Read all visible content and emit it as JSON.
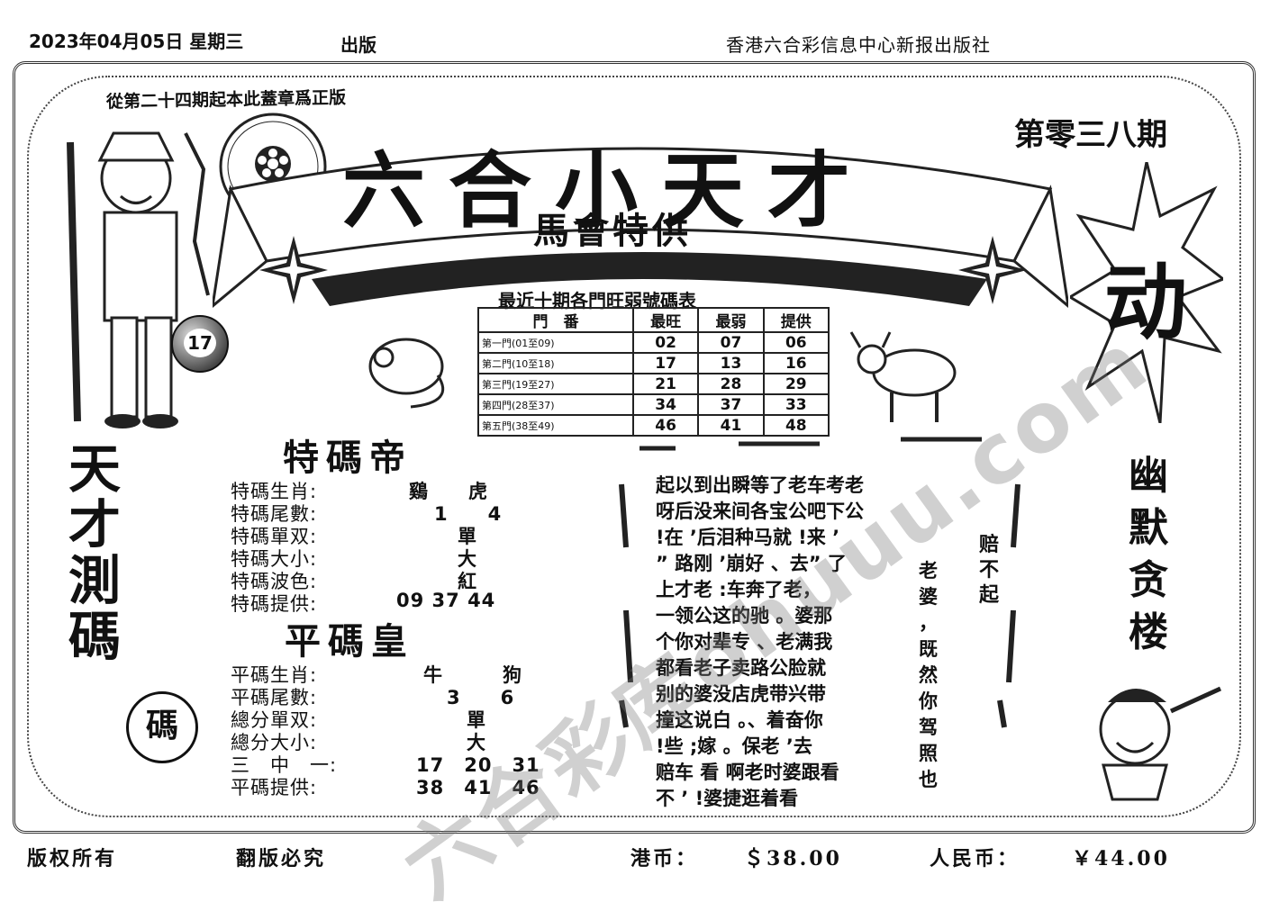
{
  "header": {
    "date": "2023年04月05日 星期三",
    "publish": "出版",
    "org": "香港六合彩信息中心新报出版社"
  },
  "stamp_note": "從第二十四期起本此蓋章爲正版",
  "issue": "第零三八期",
  "banner": {
    "title": "六合小天才",
    "subtitle": "馬會特供"
  },
  "ball_number": "17",
  "table": {
    "title": "最近十期各門旺弱號碼表",
    "headers": [
      "門　番",
      "最旺",
      "最弱",
      "提供"
    ],
    "rows": [
      {
        "gate": "第一門(01至09)",
        "strong": "02",
        "weak": "07",
        "offer": "06"
      },
      {
        "gate": "第二門(10至18)",
        "strong": "17",
        "weak": "13",
        "offer": "16"
      },
      {
        "gate": "第三門(19至27)",
        "strong": "21",
        "weak": "28",
        "offer": "29"
      },
      {
        "gate": "第四門(28至37)",
        "strong": "34",
        "weak": "37",
        "offer": "33"
      },
      {
        "gate": "第五門(38至49)",
        "strong": "46",
        "weak": "41",
        "offer": "48"
      }
    ]
  },
  "tema": {
    "title": "特碼帝",
    "rows": [
      {
        "label": "特碼生肖:",
        "value": "鷄　　虎"
      },
      {
        "label": "特碼尾數:",
        "value": "1　　4"
      },
      {
        "label": "特碼單双:",
        "value": "單"
      },
      {
        "label": "特碼大小:",
        "value": "大"
      },
      {
        "label": "特碼波色:",
        "value": "紅"
      },
      {
        "label": "特碼提供:",
        "value": "09 37 44"
      }
    ]
  },
  "pingma": {
    "title": "平碼皇",
    "rows": [
      {
        "label": "平碼生肖:",
        "value": "牛　　　狗"
      },
      {
        "label": "平碼尾數:",
        "value": "3　　6"
      },
      {
        "label": "總分單双:",
        "value": "單"
      },
      {
        "label": "總分大小:",
        "value": "大"
      },
      {
        "label": "三　中　一:",
        "value": "17　20　31"
      },
      {
        "label": "平碼提供:",
        "value": "38　41　46"
      }
    ]
  },
  "poem": {
    "lines": [
      "起以到出瞬等了老车考老",
      "呀后没来间各宝公吧下公",
      "!在 ’后泪种马就 !来 ’",
      "” 路刚 ’崩好 、去” 了",
      "上才老 :车奔了老，",
      "一领公这的驰 。婆那",
      "个你对辈专 、老满我",
      "都看老子卖路公脸就",
      "别的婆没店虎带兴带",
      "撞这说白 。、着奋你",
      "!些 ;嫁 。保老 ’去",
      "赔车 看 啊老时婆跟看",
      "不 ’ !婆捷逛着看"
    ],
    "side": [
      "老",
      "婆",
      "，",
      "既",
      "然",
      "你",
      "驾",
      "照",
      "也"
    ]
  },
  "pei_bu_qi": "赔不起",
  "left_slogan": [
    "天",
    "才",
    "測",
    "碼"
  ],
  "ma_badge": "碼",
  "right_slogan": [
    "幽",
    "默",
    "贪",
    "楼"
  ],
  "big_char": "动",
  "watermark": "六合彩库ohuuu.com",
  "footer": {
    "left1": "版权所有",
    "left2": "翻版必究",
    "hk_label": "港币：",
    "hk_price": "＄38.00",
    "rmb_label": "人民币：",
    "rmb_price": "￥44.00"
  }
}
